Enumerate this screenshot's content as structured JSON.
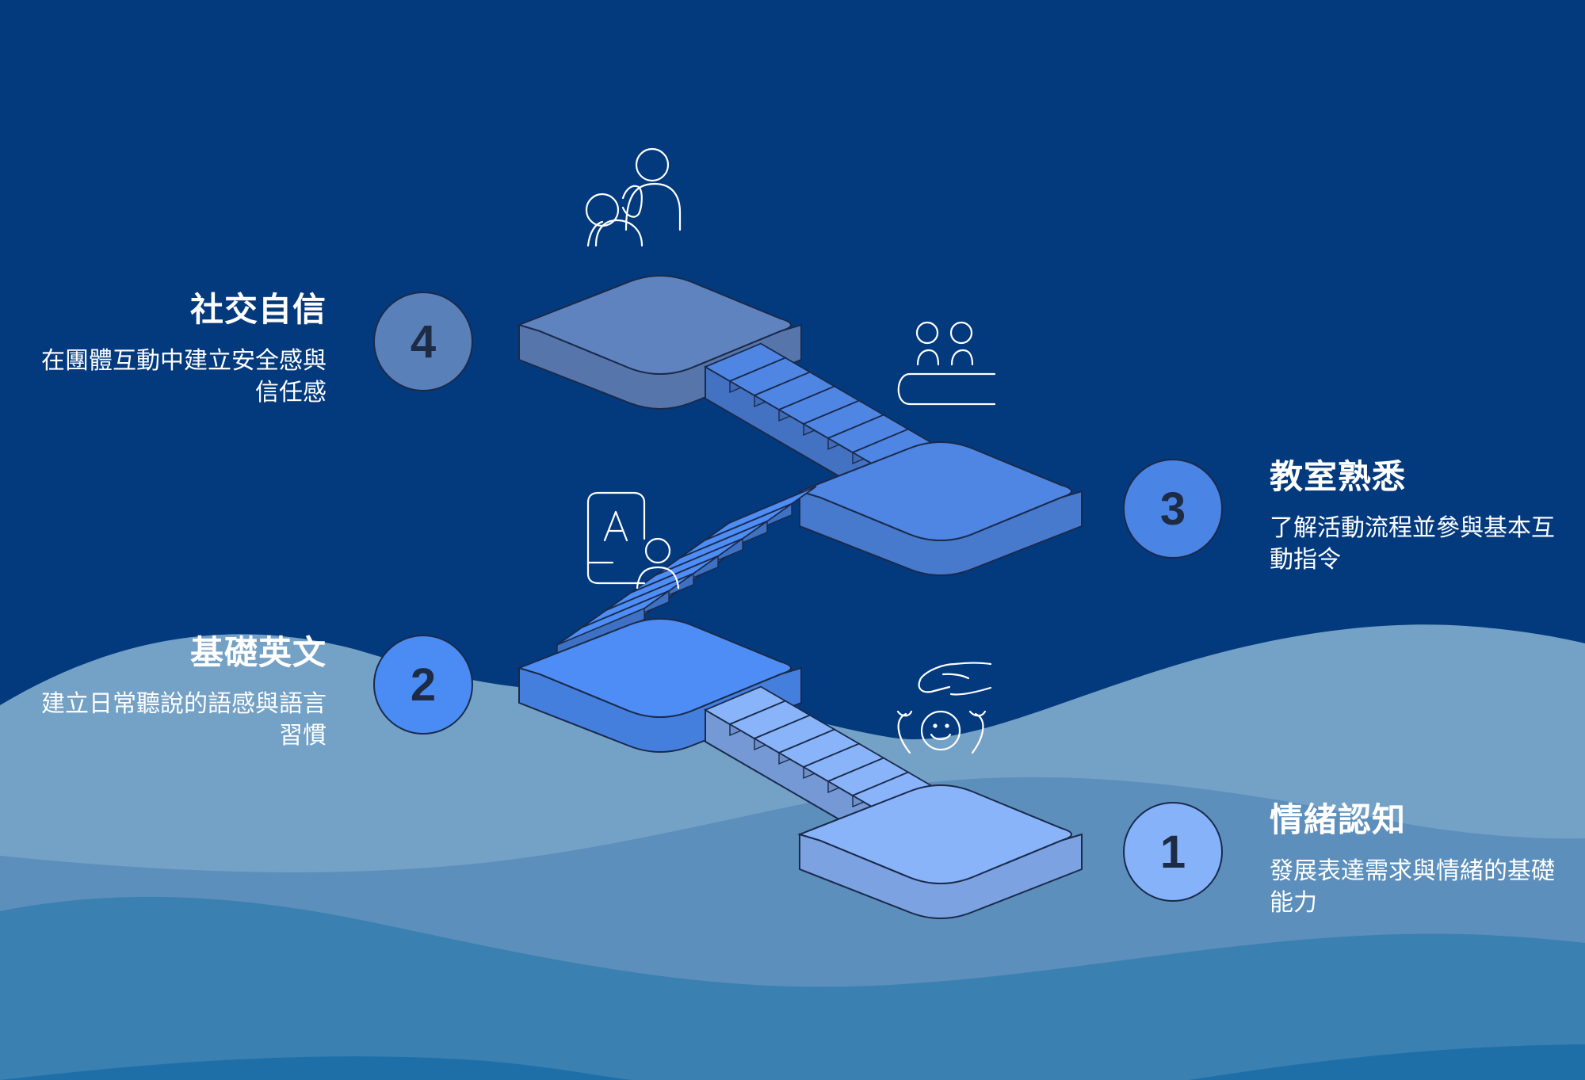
{
  "colors": {
    "background": "#033a7e",
    "wave_light": "#74a1c6",
    "wave_mid": "#5c8fbb",
    "wave_dark": "#3a80b1",
    "wave_deep": "#1e6fa8",
    "platform_1": "#8ab4fa",
    "platform_2": "#4d8df5",
    "platform_3": "#4f86e4",
    "platform_4": "#5f83be",
    "outline": "#1a2a4a",
    "icon_stroke": "#ffffff",
    "text": "#ffffff"
  },
  "steps": [
    {
      "number": "1",
      "title": "情緒認知",
      "description": "發展表達需求與情緒的基礎能力",
      "icon": "caring-hand-child-icon"
    },
    {
      "number": "2",
      "title": "基礎英文",
      "description": "建立日常聽說的語感與語言習慣",
      "icon": "language-learner-icon"
    },
    {
      "number": "3",
      "title": "教室熟悉",
      "description": "了解活動流程並參與基本互動指令",
      "icon": "classroom-desk-icon"
    },
    {
      "number": "4",
      "title": "社交自信",
      "description": "在團體互動中建立安全感與信任感",
      "icon": "group-support-icon"
    }
  ]
}
